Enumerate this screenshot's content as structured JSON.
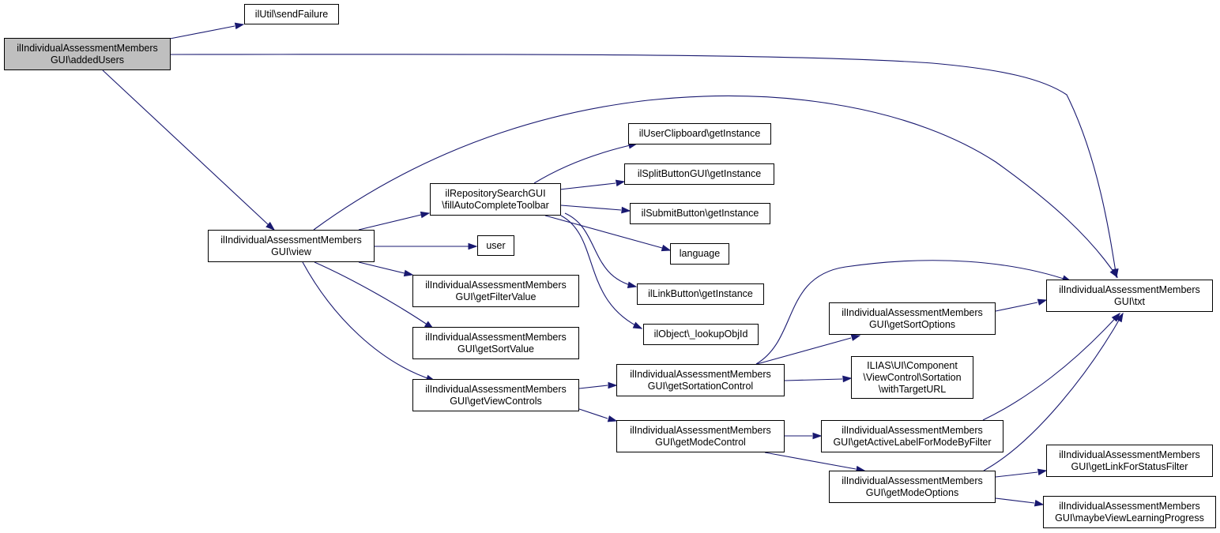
{
  "diagram": {
    "type": "call-graph",
    "colors": {
      "edge": "#191970",
      "root_fill": "#bfbfbf",
      "node_fill": "#ffffff",
      "node_border": "#000000"
    },
    "nodes": [
      {
        "id": "addedUsers",
        "lines": [
          "ilIndividualAssessmentMembers",
          "GUI\\addedUsers"
        ],
        "root": true
      },
      {
        "id": "sendFailure",
        "lines": [
          "ilUtil\\sendFailure"
        ]
      },
      {
        "id": "view",
        "lines": [
          "ilIndividualAssessmentMembers",
          "GUI\\view"
        ]
      },
      {
        "id": "txt",
        "lines": [
          "ilIndividualAssessmentMembers",
          "GUI\\txt"
        ]
      },
      {
        "id": "fillAuto",
        "lines": [
          "ilRepositorySearchGUI",
          "\\fillAutoCompleteToolbar"
        ]
      },
      {
        "id": "user",
        "lines": [
          "user"
        ]
      },
      {
        "id": "getFilterValue",
        "lines": [
          "ilIndividualAssessmentMembers",
          "GUI\\getFilterValue"
        ]
      },
      {
        "id": "getSortValue",
        "lines": [
          "ilIndividualAssessmentMembers",
          "GUI\\getSortValue"
        ]
      },
      {
        "id": "getViewControls",
        "lines": [
          "ilIndividualAssessmentMembers",
          "GUI\\getViewControls"
        ]
      },
      {
        "id": "clipboard",
        "lines": [
          "ilUserClipboard\\getInstance"
        ]
      },
      {
        "id": "splitButton",
        "lines": [
          "ilSplitButtonGUI\\getInstance"
        ]
      },
      {
        "id": "submitButton",
        "lines": [
          "ilSubmitButton\\getInstance"
        ]
      },
      {
        "id": "language",
        "lines": [
          "language"
        ]
      },
      {
        "id": "linkButton",
        "lines": [
          "ilLinkButton\\getInstance"
        ]
      },
      {
        "id": "lookupObjId",
        "lines": [
          "ilObject\\_lookupObjId"
        ]
      },
      {
        "id": "getSortationControl",
        "lines": [
          "ilIndividualAssessmentMembers",
          "GUI\\getSortationControl"
        ]
      },
      {
        "id": "getModeControl",
        "lines": [
          "ilIndividualAssessmentMembers",
          "GUI\\getModeControl"
        ]
      },
      {
        "id": "getSortOptions",
        "lines": [
          "ilIndividualAssessmentMembers",
          "GUI\\getSortOptions"
        ]
      },
      {
        "id": "withTargetURL",
        "lines": [
          "ILIAS\\UI\\Component",
          "\\ViewControl\\Sortation",
          "\\withTargetURL"
        ]
      },
      {
        "id": "getActiveLabel",
        "lines": [
          "ilIndividualAssessmentMembers",
          "GUI\\getActiveLabelForModeByFilter"
        ]
      },
      {
        "id": "getModeOptions",
        "lines": [
          "ilIndividualAssessmentMembers",
          "GUI\\getModeOptions"
        ]
      },
      {
        "id": "getLinkForStatus",
        "lines": [
          "ilIndividualAssessmentMembers",
          "GUI\\getLinkForStatusFilter"
        ]
      },
      {
        "id": "maybeViewLearning",
        "lines": [
          "ilIndividualAssessmentMembers",
          "GUI\\maybeViewLearningProgress"
        ]
      }
    ],
    "edges": [
      [
        "addedUsers",
        "sendFailure"
      ],
      [
        "addedUsers",
        "txt"
      ],
      [
        "addedUsers",
        "view"
      ],
      [
        "view",
        "txt"
      ],
      [
        "view",
        "fillAuto"
      ],
      [
        "view",
        "user"
      ],
      [
        "view",
        "getFilterValue"
      ],
      [
        "view",
        "getSortValue"
      ],
      [
        "view",
        "getViewControls"
      ],
      [
        "fillAuto",
        "clipboard"
      ],
      [
        "fillAuto",
        "splitButton"
      ],
      [
        "fillAuto",
        "submitButton"
      ],
      [
        "fillAuto",
        "language"
      ],
      [
        "fillAuto",
        "linkButton"
      ],
      [
        "fillAuto",
        "lookupObjId"
      ],
      [
        "getViewControls",
        "getSortationControl"
      ],
      [
        "getViewControls",
        "getModeControl"
      ],
      [
        "getSortationControl",
        "txt"
      ],
      [
        "getSortationControl",
        "getSortOptions"
      ],
      [
        "getSortationControl",
        "withTargetURL"
      ],
      [
        "getSortOptions",
        "txt"
      ],
      [
        "getModeControl",
        "getActiveLabel"
      ],
      [
        "getModeControl",
        "getModeOptions"
      ],
      [
        "getActiveLabel",
        "txt"
      ],
      [
        "getModeOptions",
        "txt"
      ],
      [
        "getModeOptions",
        "getLinkForStatus"
      ],
      [
        "getModeOptions",
        "maybeViewLearning"
      ]
    ]
  }
}
